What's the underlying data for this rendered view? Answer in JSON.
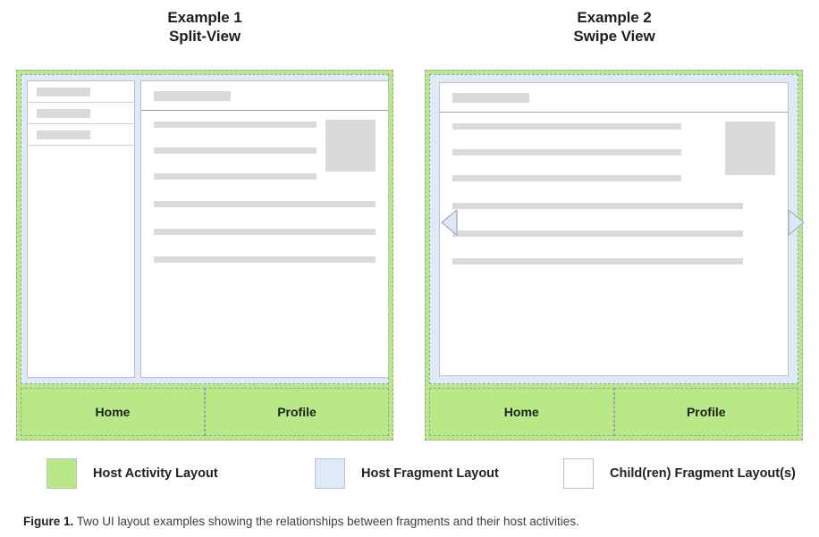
{
  "examples": [
    {
      "title_line1": "Example 1",
      "title_line2": "Split-View",
      "type": "split-view",
      "list_items": [
        "list-item-placeholder",
        "list-item-placeholder",
        "list-item-placeholder"
      ],
      "detail": {
        "header_placeholder": "title-placeholder",
        "short_lines": 3,
        "full_lines": 3,
        "has_thumbnail": true
      },
      "bottom_nav": [
        "Home",
        "Profile"
      ]
    },
    {
      "title_line1": "Example 2",
      "title_line2": "Swipe View",
      "type": "swipe-view",
      "detail": {
        "header_placeholder": "title-placeholder",
        "short_lines": 3,
        "full_lines": 3,
        "has_thumbnail": true
      },
      "arrows": {
        "left": "swipe-left-arrow",
        "right": "swipe-right-arrow"
      },
      "bottom_nav": [
        "Home",
        "Profile"
      ]
    }
  ],
  "legend": [
    {
      "label": "Host Activity Layout",
      "color": "#b9e986"
    },
    {
      "label": "Host Fragment Layout",
      "color": "#dfeaf8"
    },
    {
      "label": "Child(ren) Fragment Layout(s)",
      "color": "#ffffff"
    }
  ],
  "caption": {
    "prefix": "Figure 1.",
    "text": " Two UI layout examples showing the relationships between fragments and their host activities."
  },
  "colors": {
    "host_activity_green": "#b9e986",
    "host_fragment_blue": "#dfeaf8",
    "child_fragment_white": "#ffffff",
    "placeholder_gray": "#d9d9d9",
    "border_gray": "#9aa0a6",
    "text_dark": "#202124"
  }
}
